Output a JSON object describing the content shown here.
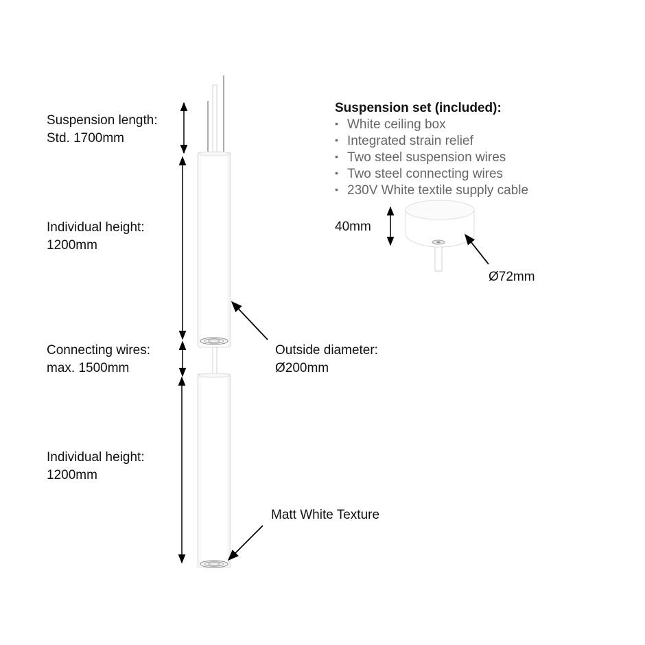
{
  "labels": {
    "suspension_length": [
      "Suspension length:",
      "Std. 1700mm"
    ],
    "individual_height_1": [
      "Individual height:",
      "1200mm"
    ],
    "connecting_wires": [
      "Connecting wires:",
      "max. 1500mm"
    ],
    "individual_height_2": [
      "Individual height:",
      "1200mm"
    ],
    "outside_diameter": [
      "Outside diameter:",
      "Ø200mm"
    ],
    "finish": "Matt White Texture",
    "box_height": "40mm",
    "box_diameter": "Ø72mm"
  },
  "suspension_set": {
    "title": "Suspension set (included):",
    "items": [
      "White ceiling box",
      "Integrated strain relief",
      "Two steel suspension wires",
      "Two steel connecting wires",
      "230V White textile supply cable"
    ],
    "bullet": "•"
  },
  "colors": {
    "arrow": "#000000",
    "body": "#ffffff",
    "outline": "#d9d9d9",
    "bullet_text": "#666666"
  }
}
